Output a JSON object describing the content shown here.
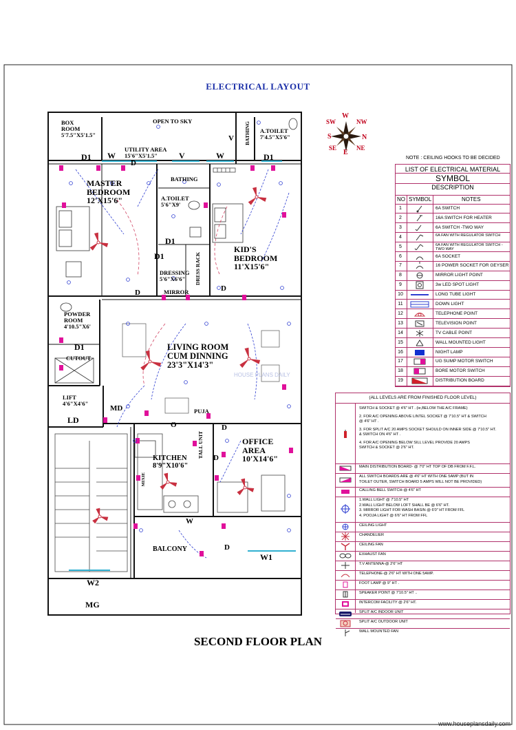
{
  "page": {
    "title": "ELECTRICAL LAYOUT",
    "plan_title": "SECOND FLOOR PLAN",
    "note": "NOTE : CEILING HOOKS TO BE DECIDED",
    "watermark": "www.houseplansdaily.com",
    "faint_watermark": "HOUSE PLANS DAILY"
  },
  "compass": {
    "letters": {
      "n": "N",
      "s": "S",
      "e": "E",
      "w": "W",
      "ne": "NE",
      "nw": "NW",
      "se": "SE",
      "sw": "SW"
    },
    "colors": {
      "letters": "#c0001a",
      "star": "#2a1a10"
    }
  },
  "rooms": [
    {
      "id": "box-room",
      "lines": [
        "BOX",
        "ROOM",
        "5'7.5\"X5'1.5\""
      ]
    },
    {
      "id": "open-to-sky",
      "lines": [
        "OPEN TO SKY"
      ]
    },
    {
      "id": "utility-area",
      "lines": [
        "UTILITY AREA",
        "15'6\"X5'1.5\""
      ]
    },
    {
      "id": "bathing-top",
      "lines": [
        "BATHING"
      ]
    },
    {
      "id": "a-toilet-top",
      "lines": [
        "A.TOILET",
        "7'4.5\"X5'6\""
      ]
    },
    {
      "id": "master-bedroom",
      "lines": [
        "MASTER",
        "BEDROOM",
        "12'X15'6\""
      ]
    },
    {
      "id": "bathing-mid",
      "lines": [
        "BATHING"
      ]
    },
    {
      "id": "a-toilet-mid",
      "lines": [
        "A.TOILET",
        "5'6\"X9'"
      ]
    },
    {
      "id": "kids-bedroom",
      "lines": [
        "KID'S",
        "BEDROOM",
        "11'X15'6\""
      ]
    },
    {
      "id": "dressing",
      "lines": [
        "DRESSING",
        "5'6\"X6'6\""
      ]
    },
    {
      "id": "dress-rack",
      "lines": [
        "DRESS RACK"
      ]
    },
    {
      "id": "mirror",
      "lines": [
        "MIRROR"
      ]
    },
    {
      "id": "powder-room",
      "lines": [
        "POWDER",
        "ROOM",
        "4'10.5\"X6'"
      ]
    },
    {
      "id": "cutout",
      "lines": [
        "CUTOUT"
      ]
    },
    {
      "id": "living-room",
      "lines": [
        "LIVING ROOM",
        "CUM DINNING",
        "23'3\"X14'3\""
      ]
    },
    {
      "id": "lift",
      "lines": [
        "LIFT",
        "4'6\"X4'6\""
      ]
    },
    {
      "id": "puja",
      "lines": [
        "PUJA"
      ]
    },
    {
      "id": "office-area",
      "lines": [
        "OFFICE",
        "AREA",
        "10'X14'6\""
      ]
    },
    {
      "id": "tall-unit",
      "lines": [
        "TALL UNIT"
      ]
    },
    {
      "id": "kitchen",
      "lines": [
        "KITCHEN",
        "8'9\"X10'6\""
      ]
    },
    {
      "id": "mixie",
      "lines": [
        "MIXIE"
      ]
    },
    {
      "id": "balcony",
      "lines": [
        "BALCONY"
      ]
    }
  ],
  "openings": {
    "d1": "D1",
    "d": "D",
    "w": "W",
    "v": "V",
    "w1": "W1",
    "w2": "W2",
    "ld": "LD",
    "md": "MD",
    "o": "O",
    "mg": "MG"
  },
  "materials": {
    "heading": "LIST OF ELECTRICAL MATERIAL",
    "symbol_title": "SYMBOL",
    "description": "DESCRIPTION",
    "col_no": "NO",
    "col_symbol": "SYMBOL",
    "col_notes": "NOTES",
    "items": [
      {
        "no": "1",
        "note": "6A SWITCH",
        "icon": "switch-icon"
      },
      {
        "no": "2",
        "note": "16A SWITCH FOR HEATER",
        "icon": "heater-switch-icon"
      },
      {
        "no": "3",
        "note": "6A SWITCH -TWO WAY",
        "icon": "two-way-switch-icon"
      },
      {
        "no": "4",
        "note": "6A FAN WITH REGULATOR SWITCH",
        "icon": "fan-regulator-icon"
      },
      {
        "no": "5",
        "note": "6A FAN WITH REGULATOR SWITCH - TWO WAY",
        "icon": "fan-regulator-two-way-icon"
      },
      {
        "no": "6",
        "note": "6A SOCKET",
        "icon": "socket-icon"
      },
      {
        "no": "7",
        "note": "16 POWER SOCKET FOR GEYSER",
        "icon": "geyser-socket-icon"
      },
      {
        "no": "8",
        "note": "MIRROR LIGHT POINT",
        "icon": "mirror-light-icon"
      },
      {
        "no": "9",
        "note": "3w LED SPOT LIGHT",
        "icon": "spot-light-icon"
      },
      {
        "no": "10",
        "note": "LONG TUBE LIGHT",
        "icon": "tube-light-icon"
      },
      {
        "no": "11",
        "note": "DOWN LIGHT",
        "icon": "down-light-icon"
      },
      {
        "no": "12",
        "note": "TELEPHONE POINT",
        "icon": "telephone-icon"
      },
      {
        "no": "13",
        "note": "TELEVISION POINT",
        "icon": "television-icon"
      },
      {
        "no": "14",
        "note": "TV CABLE POINT",
        "icon": "tv-cable-icon"
      },
      {
        "no": "15",
        "note": "WALL MOUNTED LIGHT",
        "icon": "wall-light-icon"
      },
      {
        "no": "16",
        "note": "NIGHT LAMP",
        "icon": "night-lamp-icon"
      },
      {
        "no": "17",
        "note": "UG SUMP MOTOR SWITCH",
        "icon": "sump-motor-icon"
      },
      {
        "no": "18",
        "note": "BORE MOTOR SWITCH",
        "icon": "bore-motor-icon"
      },
      {
        "no": "19",
        "note": "DISTRIBUTION BOARD",
        "icon": "distribution-board-icon"
      }
    ]
  },
  "levels": {
    "caption": "(ALL LEVELS ARE FROM FINISHED FLOOR LEVEL)",
    "items": [
      {
        "icon": "switch-socket-icon",
        "lines": [
          "SWITCH & SOCKET @ 4'6\" HT . (ie,BELOW THE A/C FRAME)",
          "",
          "2. FOR A/C OPENING ABOVE LINTEL SOCKET @ 7'10.5\" HT & SWITCH",
          "@ 4'6\" HT .",
          "",
          "3. FOR SPLIT A/C 20 AMPS SOCKET SHOULD ON INNER SIDE @ 7'10.5\" HT.",
          "& SWITCH ON 4'6\" HT .",
          "",
          "4. FOR A/C OPENING BELOW SILL LEVEL PROVIDE 20 AMPS",
          "SWITCH & SOCKET @ 2'6\" HT."
        ]
      },
      {
        "icon": "main-board-icon",
        "lines": [
          "MAIN DISTRIBUTION BOARD- @ 7'0\" HT TOP OF DB FROM F.F.L."
        ]
      },
      {
        "icon": "switch-board-icon",
        "lines": [
          "ALL SWITCH BOARDS ARE @ 4'6\" HT WITH ONE 5AMP (BUT IN",
          "TOILET OUTER, SWITCH BOARD 5 AMPS WILL NOT BE PROVIDED)"
        ]
      },
      {
        "icon": "calling-bell-icon",
        "lines": [
          "CALLING BELL SWITCH-@ 4'6\" HT"
        ]
      },
      {
        "icon": "wall-light-level-icon",
        "lines": [
          "1.WALL LIGHT @ 7'10.5\" HT",
          "2.WALL LIGHT BELOW LOFT SHALL BE @ 6'6\" HT.",
          "3. MIRROR LIGHT FOR WASH BASIN @ 6'0\" HT FROM FFL",
          "4. POOJA LIGHT @ 6'6\" HT FROM FFL"
        ]
      },
      {
        "icon": "ceiling-light-icon",
        "lines": [
          "CEILING LIGHT"
        ]
      },
      {
        "icon": "chandelier-icon",
        "lines": [
          "CHANDELIER"
        ]
      },
      {
        "icon": "ceiling-fan-icon",
        "lines": [
          "CEILING FAN"
        ]
      },
      {
        "icon": "exhaust-fan-icon",
        "lines": [
          "EXHAUST FAN"
        ]
      },
      {
        "icon": "tv-antenna-icon",
        "lines": [
          "T.V ANTENNA-@ 2'6\" HT"
        ]
      },
      {
        "icon": "telephone-level-icon",
        "lines": [
          "TELEPHONE-@ 2'6\" HT WITH ONE 5AMP."
        ]
      },
      {
        "icon": "foot-lamp-icon",
        "lines": [
          "FOOT LAMP @ 9\" HT ."
        ]
      },
      {
        "icon": "speaker-icon",
        "lines": [
          "SPEAKER POINT @ 7'10.5\" HT .."
        ]
      },
      {
        "icon": "intercom-icon",
        "lines": [
          "INTERCOM FACILITY @ 2'6\" HT."
        ]
      },
      {
        "icon": "split-ac-indoor-icon",
        "lines": [
          "SPLIT A/C INDOOR UNIT"
        ]
      },
      {
        "icon": "split-ac-outdoor-icon",
        "lines": [
          "SPLIT A/C OUTDOOR UNIT"
        ]
      },
      {
        "icon": "wall-fan-icon",
        "lines": [
          "WALL MOUNTED FAN"
        ]
      }
    ]
  },
  "colors": {
    "title": "#1b2fa8",
    "table_border": "#b0306a",
    "wiring": "#2c3cd0",
    "switch": "#e0109a",
    "fan": "#c83040",
    "wall": "#111111",
    "window": "#30b0d0",
    "circuit": "#d04060",
    "light_green": "#20a040"
  }
}
